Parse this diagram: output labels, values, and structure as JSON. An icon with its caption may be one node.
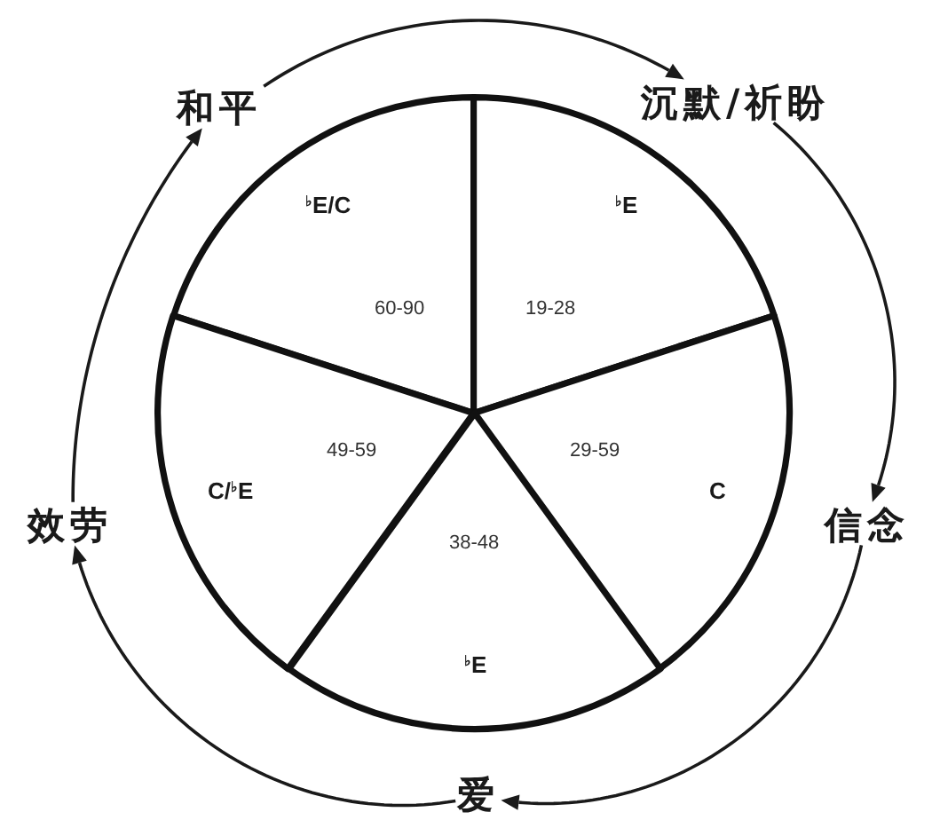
{
  "diagram": {
    "nodes": [
      {
        "text": [
          "和平"
        ]
      },
      {
        "text": [
          "沉默/祈盼"
        ]
      },
      {
        "text": [
          "$^{♭}$E/C",
          "60-90"
        ]
      },
      {
        "text": [
          "$^{♭}$E",
          "19-28"
        ]
      },
      {
        "text": [
          "49-59",
          "C/$^{♭}$E"
        ]
      },
      {
        "text": [
          "29-59",
          "C"
        ]
      },
      {
        "text": [
          "效劳"
        ]
      },
      {
        "text": [
          "信念"
        ]
      },
      {
        "text": [
          "38-48",
          "$^{♭}$E"
        ]
      },
      {
        "text": [
          "爱"
        ]
      }
    ],
    "edges": [
      {
        "from": 0,
        "to": 1,
        "arrow": "to"
      },
      {
        "from": 1,
        "to": 7,
        "arrow": "to"
      },
      {
        "from": 7,
        "to": 9,
        "arrow": "to"
      },
      {
        "from": 9,
        "to": 6,
        "arrow": "to"
      },
      {
        "from": 6,
        "to": 0,
        "arrow": "to"
      }
    ]
  }
}
